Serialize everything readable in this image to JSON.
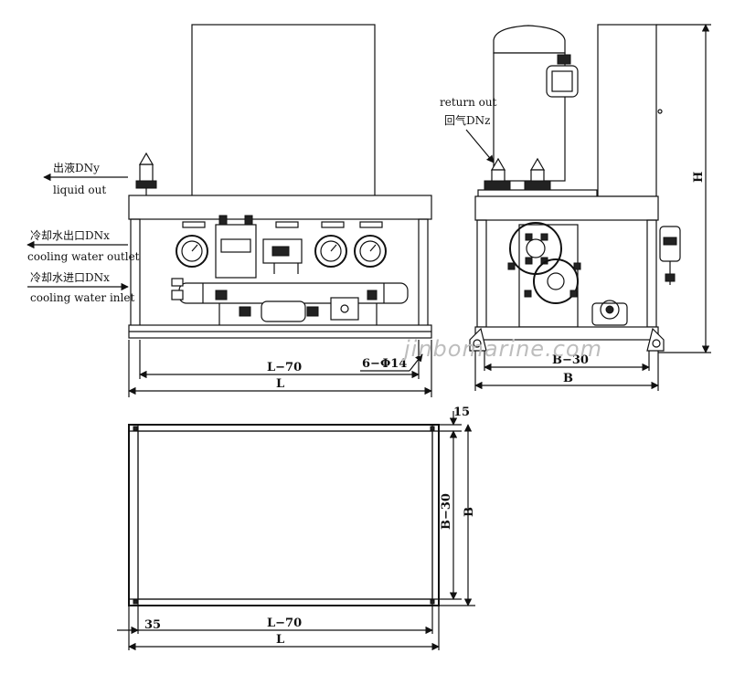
{
  "labels": {
    "liquid_out_cn": "出液DNy",
    "liquid_out_en": "liquid out",
    "cw_outlet_cn": "冷却水出口DNx",
    "cw_outlet_en": "cooling water outlet",
    "cw_inlet_cn": "冷却水进口DNx",
    "cw_inlet_en": "cooling water inlet",
    "return_out_en": "return out",
    "return_out_cn": "回气DNz"
  },
  "dimensions": {
    "front_l70": "L−70",
    "front_l": "L",
    "holes": "6−Φ14",
    "side_b30": "B−30",
    "side_b": "B",
    "height": "H",
    "plan_15": "15",
    "plan_b30": "B−30",
    "plan_b": "B",
    "plan_35": "35",
    "plan_l70": "L−70",
    "plan_l": "L"
  },
  "watermark": "jinbomarine.com"
}
